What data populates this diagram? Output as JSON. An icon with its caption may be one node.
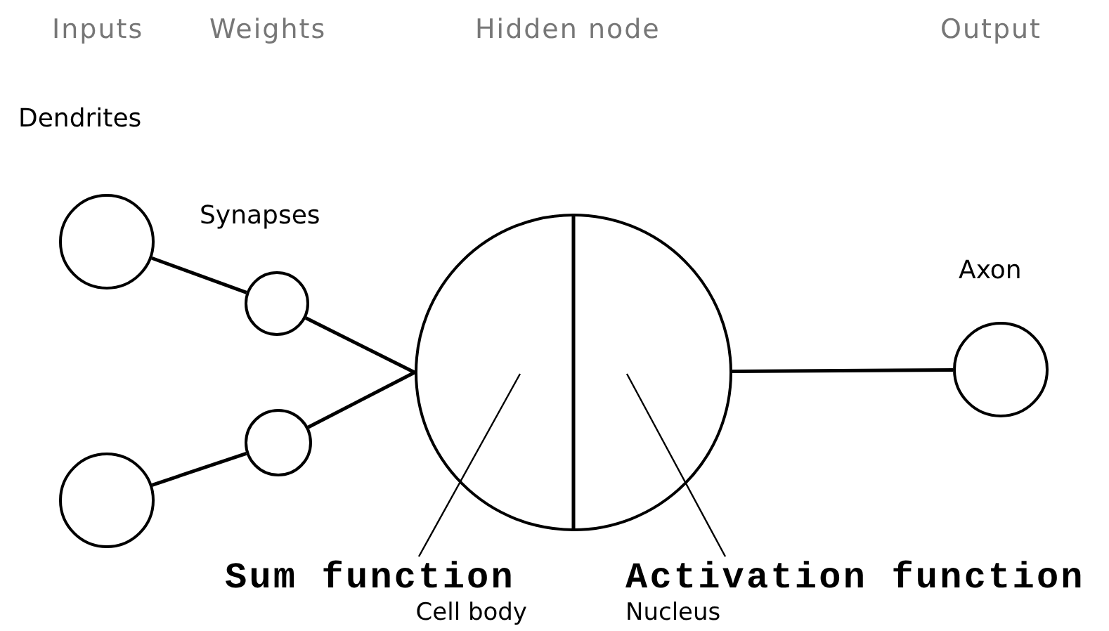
{
  "diagram": {
    "nodes": [
      {
        "text": [],
        "shape": "circle"
      },
      {
        "text": [],
        "shape": "circle"
      },
      {
        "text": [],
        "shape": "circle"
      },
      {
        "text": [],
        "shape": "circle"
      },
      {
        "text": [],
        "shape": "circle"
      },
      {
        "text": [],
        "shape": "circle"
      },
      {
        "text": [
          "Sum function",
          "Cell body"
        ]
      },
      {
        "text": [
          "Activation function",
          "Nucleus"
        ]
      }
    ],
    "edges": [
      {
        "from": 0,
        "to": 2,
        "arrow": "none"
      },
      {
        "from": 1,
        "to": 3,
        "arrow": "none"
      },
      {
        "from": 2,
        "to": 4,
        "arrow": "none"
      },
      {
        "from": 3,
        "to": 4,
        "arrow": "none"
      },
      {
        "from": 4,
        "to": 5,
        "arrow": "none"
      },
      {
        "from": 6,
        "to": 4,
        "arrow": "none"
      },
      {
        "from": 7,
        "to": 4,
        "arrow": "none"
      }
    ],
    "labels": [
      "Inputs",
      "Weights",
      "Hidden node",
      "Output",
      "Dendrites",
      "Synapses",
      "Axon"
    ]
  }
}
